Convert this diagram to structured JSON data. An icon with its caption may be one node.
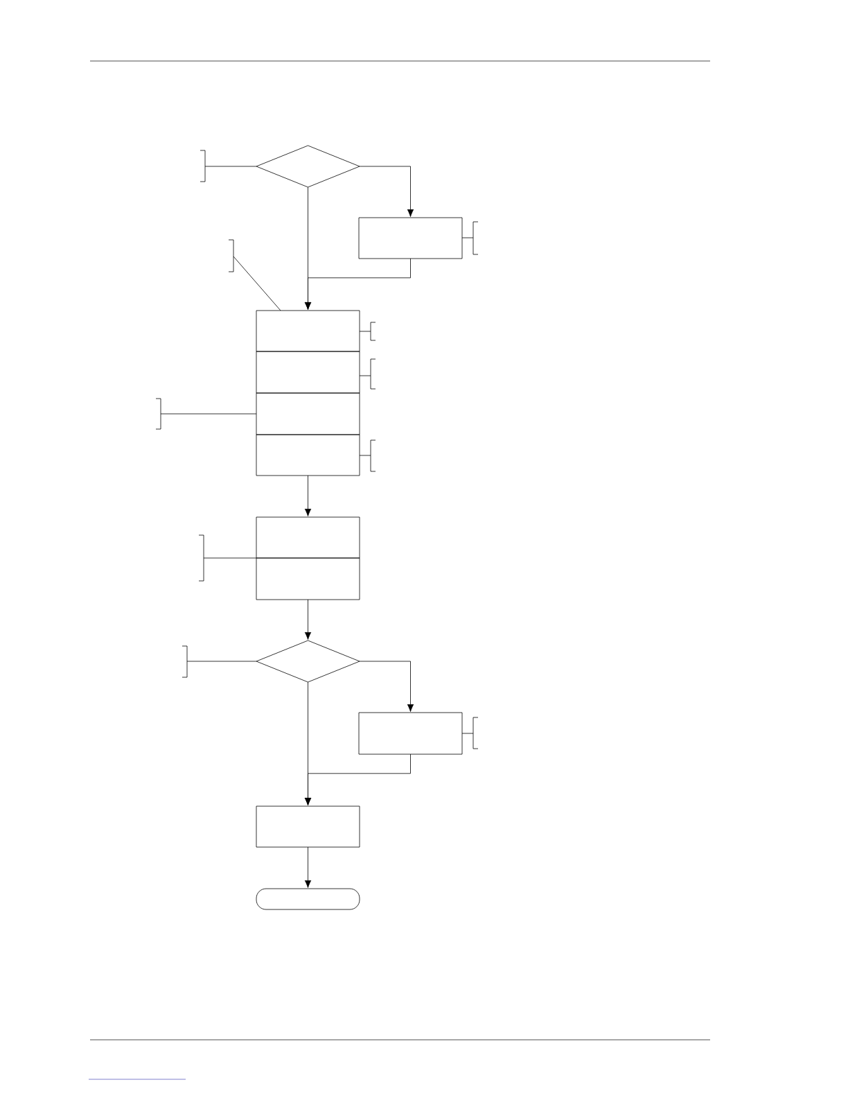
{
  "diagram": {
    "nodes": [
      {
        "text": [],
        "shape": "diamond"
      },
      {
        "text": [],
        "shape": "card"
      },
      {
        "text": [],
        "shape": "box"
      },
      {
        "text": [],
        "shape": "box"
      },
      {
        "text": [],
        "shape": "box"
      },
      {
        "text": [],
        "shape": "box"
      },
      {
        "text": [],
        "shape": "box"
      },
      {
        "text": [],
        "shape": "box"
      },
      {
        "text": [],
        "shape": "diamond"
      },
      {
        "text": [],
        "shape": "card"
      },
      {
        "text": [],
        "shape": "box"
      },
      {
        "text": [],
        "shape": "stadium"
      }
    ],
    "edges": [
      {
        "from": 0,
        "to": 1,
        "arrow": "to"
      },
      {
        "from": 0,
        "to": 2,
        "arrow": "to"
      },
      {
        "from": 1,
        "to": 2,
        "arrow": "to"
      },
      {
        "from": 5,
        "to": 6,
        "arrow": "to"
      },
      {
        "from": 7,
        "to": 8,
        "arrow": "to"
      },
      {
        "from": 8,
        "to": 9,
        "arrow": "to"
      },
      {
        "from": 8,
        "to": 10,
        "arrow": "to"
      },
      {
        "from": 9,
        "to": 10,
        "arrow": "to"
      },
      {
        "from": 10,
        "to": 11,
        "arrow": "to"
      }
    ]
  }
}
